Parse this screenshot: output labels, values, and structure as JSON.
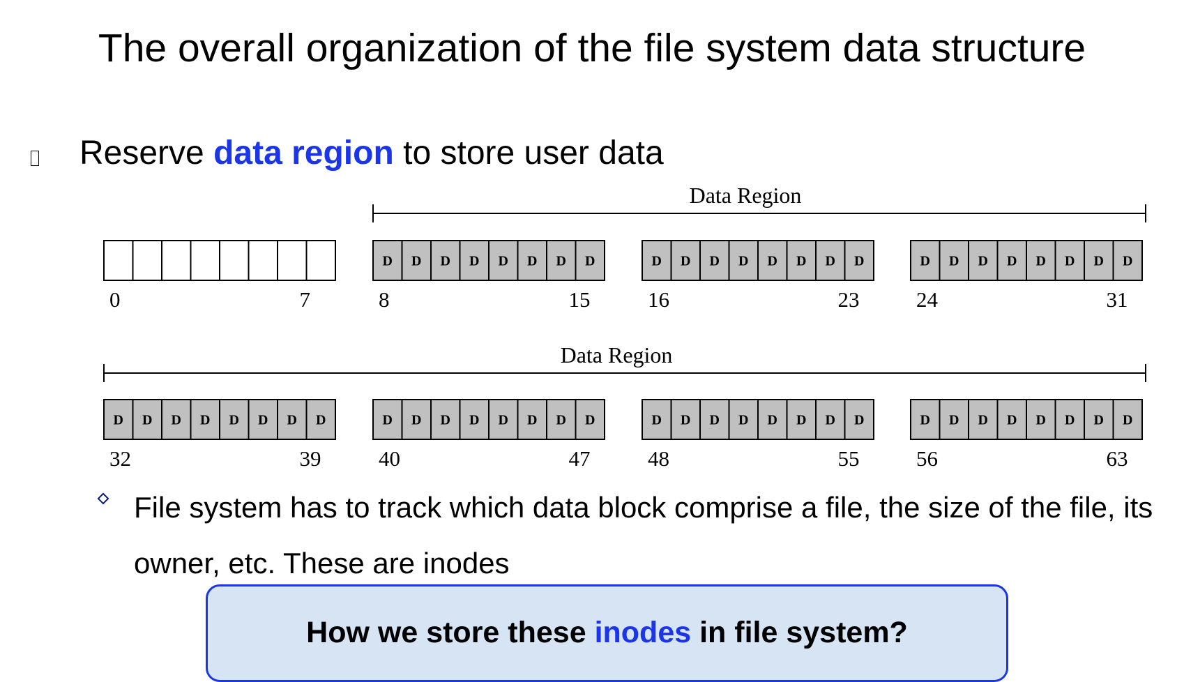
{
  "title": "The overall organization of the file system data structure",
  "bullet": {
    "icon": "square-bullet-icon",
    "prefix": "Reserve ",
    "highlight": "data region",
    "suffix": " to store user data"
  },
  "diagram": {
    "rows": [
      {
        "region_label": "Data Region",
        "groups": [
          {
            "cells": [
              "",
              "",
              "",
              "",
              "",
              "",
              "",
              ""
            ],
            "start": "0",
            "end": "7"
          },
          {
            "cells": [
              "D",
              "D",
              "D",
              "D",
              "D",
              "D",
              "D",
              "D"
            ],
            "start": "8",
            "end": "15"
          },
          {
            "cells": [
              "D",
              "D",
              "D",
              "D",
              "D",
              "D",
              "D",
              "D"
            ],
            "start": "16",
            "end": "23"
          },
          {
            "cells": [
              "D",
              "D",
              "D",
              "D",
              "D",
              "D",
              "D",
              "D"
            ],
            "start": "24",
            "end": "31"
          }
        ]
      },
      {
        "region_label": "Data Region",
        "groups": [
          {
            "cells": [
              "D",
              "D",
              "D",
              "D",
              "D",
              "D",
              "D",
              "D"
            ],
            "start": "32",
            "end": "39"
          },
          {
            "cells": [
              "D",
              "D",
              "D",
              "D",
              "D",
              "D",
              "D",
              "D"
            ],
            "start": "40",
            "end": "47"
          },
          {
            "cells": [
              "D",
              "D",
              "D",
              "D",
              "D",
              "D",
              "D",
              "D"
            ],
            "start": "48",
            "end": "55"
          },
          {
            "cells": [
              "D",
              "D",
              "D",
              "D",
              "D",
              "D",
              "D",
              "D"
            ],
            "start": "56",
            "end": "63"
          }
        ]
      }
    ],
    "colors": {
      "data_block": "#c0c0c0",
      "empty_block": "#ffffff"
    }
  },
  "sub_bullet": {
    "icon": "diamond-bullet-icon",
    "text": "File system has to track which data block comprise a file, the size of the file, its owner, etc.  These are inodes"
  },
  "callout": {
    "prefix": "How we store these ",
    "highlight": "inodes",
    "suffix": " in file system?"
  },
  "colors": {
    "highlight": "#1a36e8",
    "callout_bg": "#d6e4f3",
    "callout_border": "#1a36e8"
  }
}
